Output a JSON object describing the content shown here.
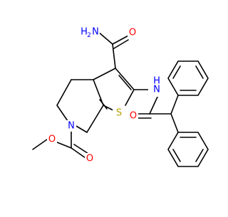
{
  "molecule": {
    "colors": {
      "bond": "#000000",
      "oxygen": "#ff0000",
      "nitrogen": "#0000ff",
      "sulfur": "#b8a200",
      "background": "#ffffff"
    },
    "labels": {
      "amide_nh2_h": "H",
      "amide_nh2_sub": "2",
      "amide_nh2_n": "N",
      "amide_o": "O",
      "nh_n": "N",
      "nh_h": "H",
      "thiophene_s": "S",
      "ring_n": "N",
      "acyl_o": "O",
      "ester_o_carbonyl": "O",
      "ester_o_methoxy": "O"
    }
  }
}
